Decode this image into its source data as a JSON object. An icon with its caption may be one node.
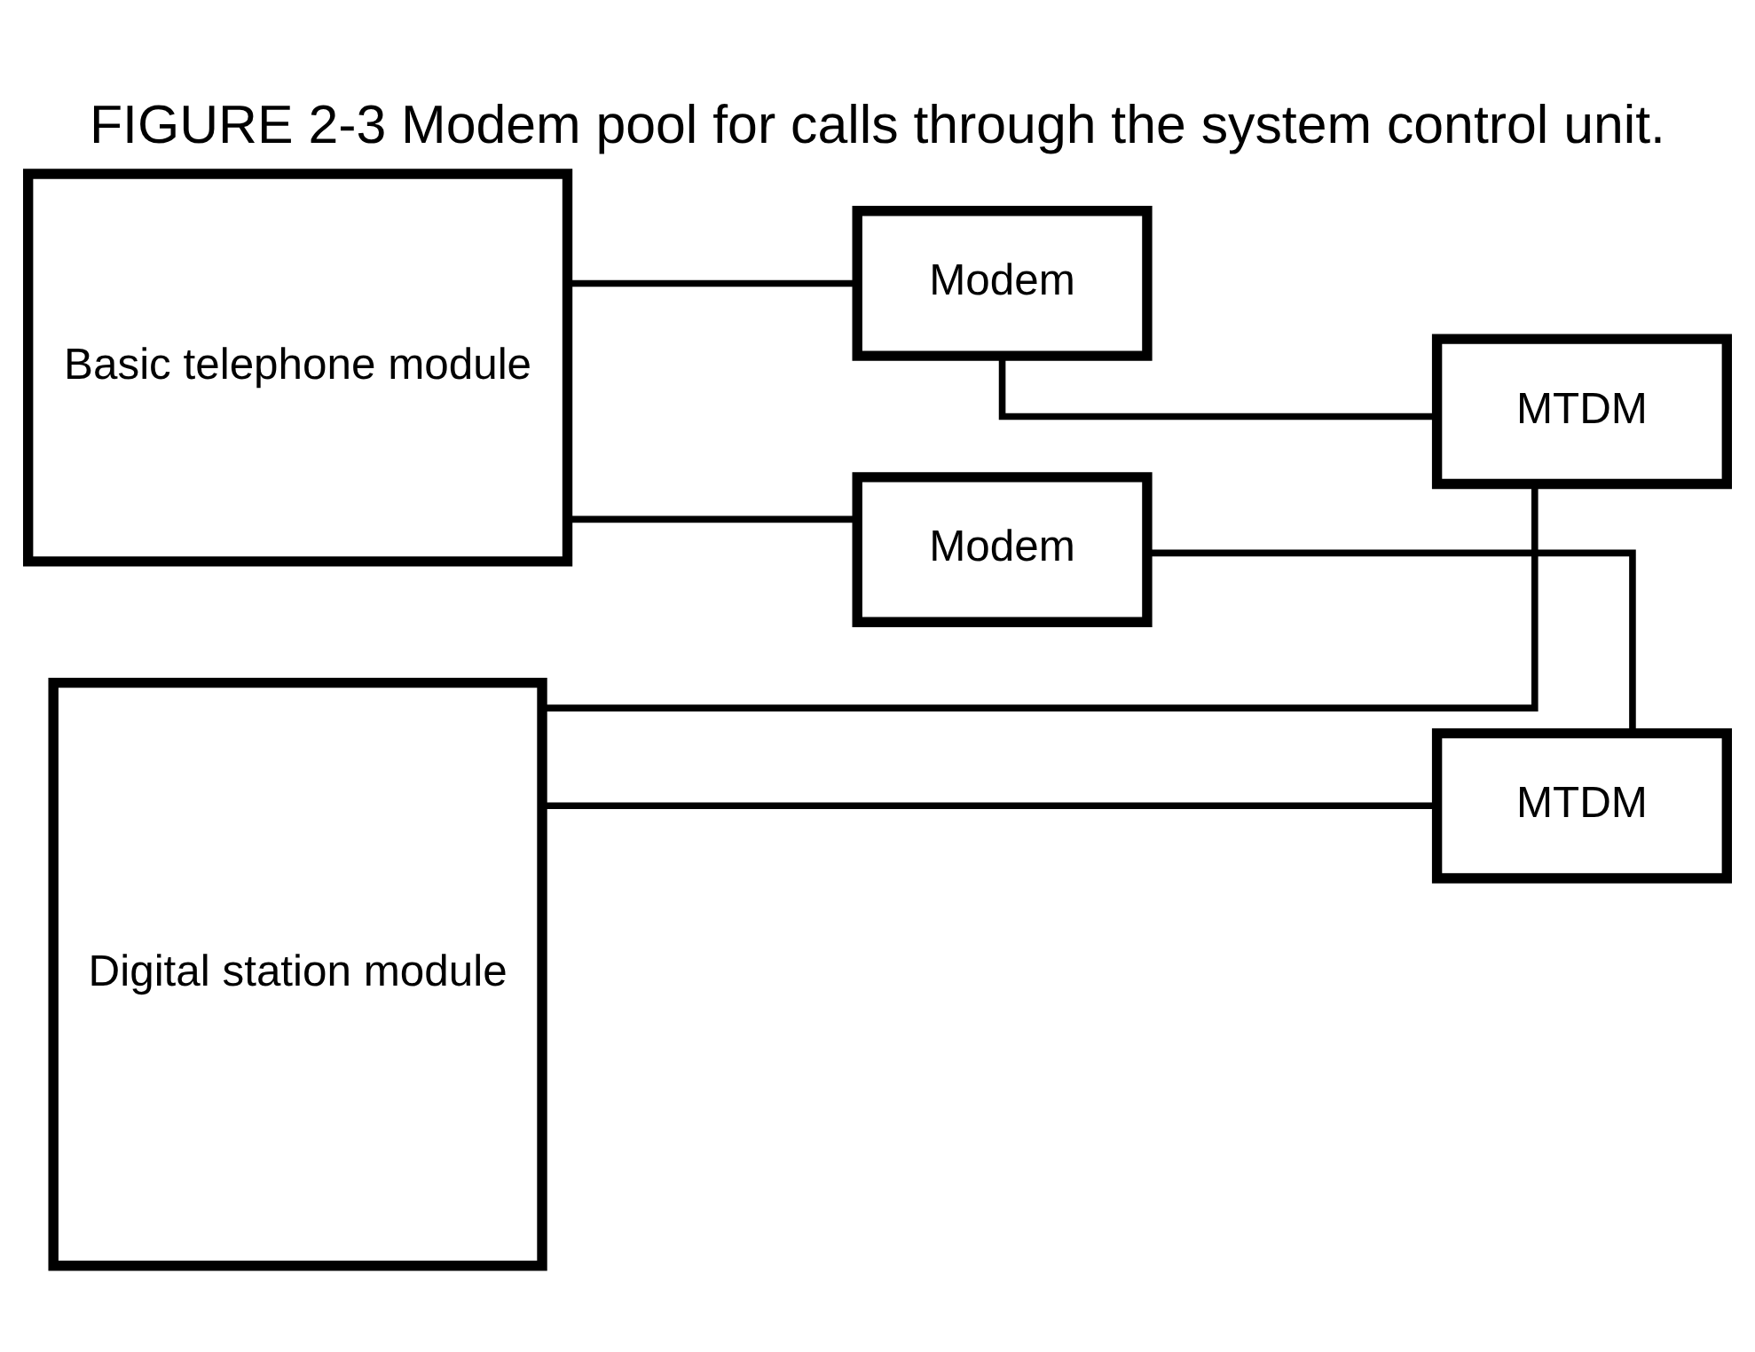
{
  "diagram": {
    "title": "FIGURE 2-3 Modem pool for calls through the system control unit.",
    "nodes": [
      {
        "text": [
          "Basic telephone module"
        ]
      },
      {
        "text": [
          "Digital station module"
        ]
      },
      {
        "text": [
          "Modem"
        ]
      },
      {
        "text": [
          "MTDM"
        ]
      },
      {
        "text": [
          "Modem"
        ]
      },
      {
        "text": [
          "MTDM"
        ]
      }
    ],
    "edges": [
      {
        "from": 0,
        "to": 4,
        "arrow": "none"
      },
      {
        "from": 0,
        "to": 2,
        "arrow": "none"
      },
      {
        "from": 2,
        "to": 3,
        "arrow": "none"
      },
      {
        "from": 4,
        "to": 5,
        "arrow": "none"
      },
      {
        "from": 1,
        "to": 3,
        "arrow": "none"
      },
      {
        "from": 1,
        "to": 5,
        "arrow": "none"
      }
    ]
  }
}
